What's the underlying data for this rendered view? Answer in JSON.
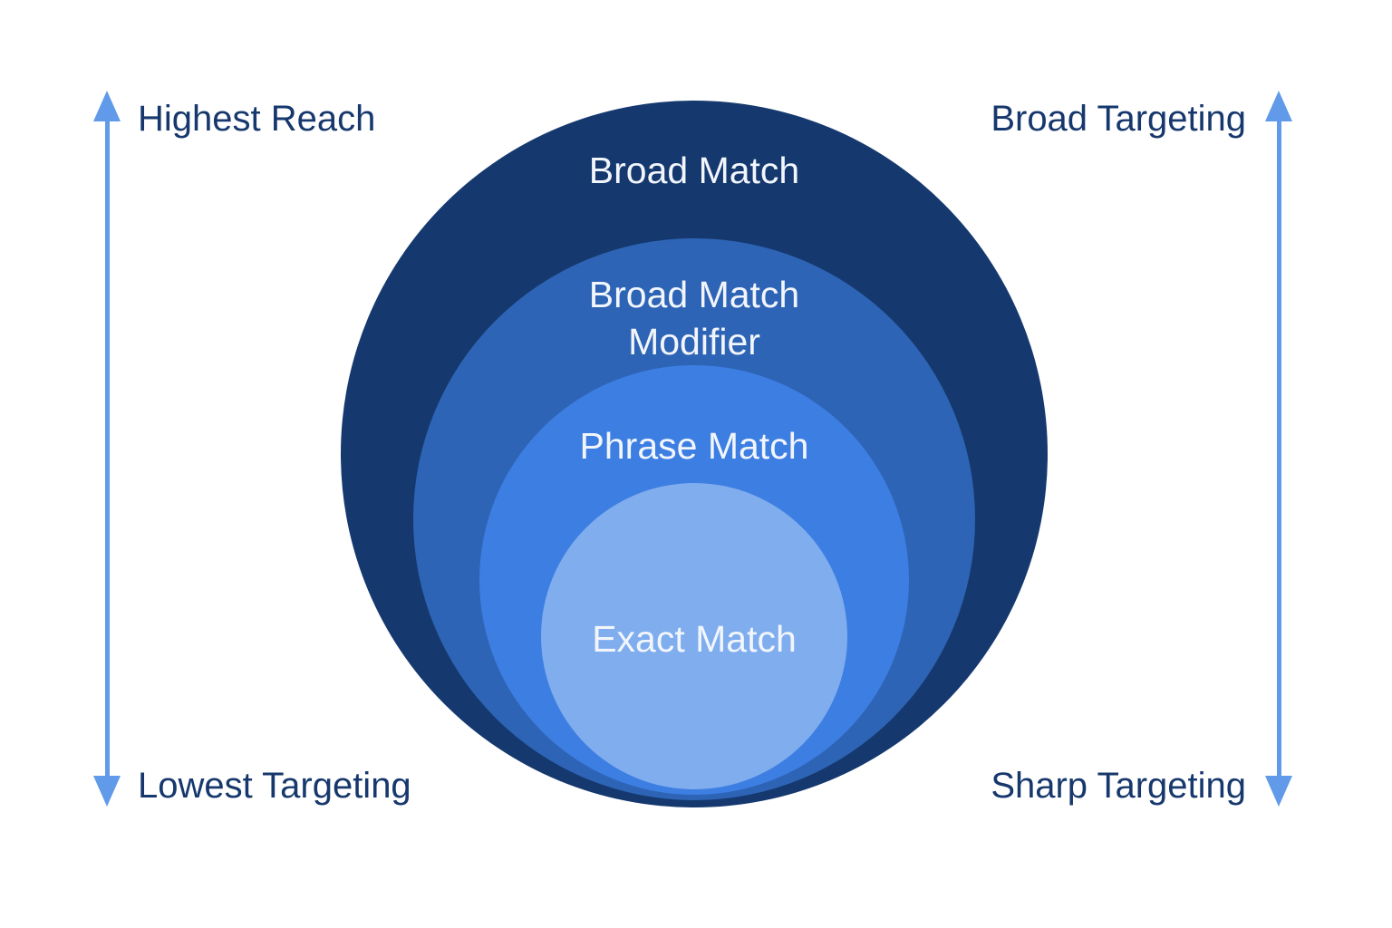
{
  "diagram_type": "nested-circles",
  "rings": [
    {
      "label": "Broad Match",
      "color": "#15396f"
    },
    {
      "label": "Broad Match Modifier",
      "color": "#2e64b5"
    },
    {
      "label": "Phrase Match",
      "color": "#3d7ee2"
    },
    {
      "label": "Exact Match",
      "color": "#7fadee"
    }
  ],
  "scales": {
    "left": {
      "top": "Highest Reach",
      "bottom": "Lowest Targeting"
    },
    "right": {
      "top": "Broad Targeting",
      "bottom": "Sharp Targeting"
    }
  },
  "colors": {
    "arrow": "#609ae9",
    "scale_text": "#17386d",
    "ring_text": "#f2f6fc",
    "background": "#ffffff"
  }
}
